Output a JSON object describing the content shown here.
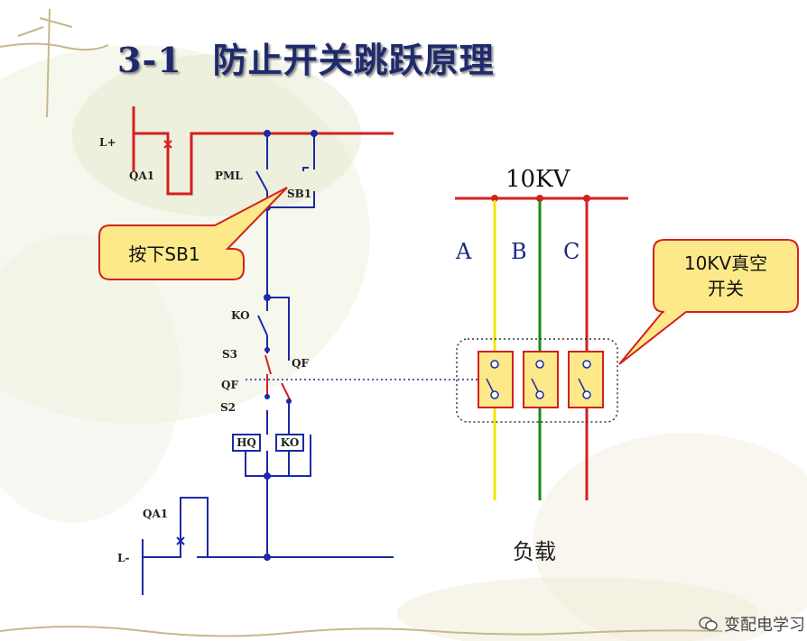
{
  "title": {
    "number": "3-1",
    "text": "防止开关跳跃原理"
  },
  "control_circuit": {
    "l_plus": "L+",
    "l_minus": "L-",
    "qa1_top": "QA1",
    "qa1_bottom": "QA1",
    "pml": "PML",
    "sb1": "SB1",
    "ko_contact": "KO",
    "s3": "S3",
    "qf_left": "QF",
    "s2": "S2",
    "qf_right": "QF",
    "hq_coil": "HQ",
    "ko_coil": "KO"
  },
  "callouts": {
    "press_sb1": "按下SB1",
    "vacuum_switch_line1": "10KV真空",
    "vacuum_switch_line2": "开关"
  },
  "primary": {
    "bus": "10KV",
    "phases": [
      "A",
      "B",
      "C"
    ],
    "load": "负载"
  },
  "colors": {
    "positive_wire": "#d42020",
    "control_wire": "#1a2aa8",
    "phase_a": "#f2e600",
    "phase_b": "#1b8a1b",
    "phase_c": "#d42020",
    "callout_fill": "#fde98a",
    "title": "#1f2a6b"
  },
  "watermark": "变配电学习"
}
